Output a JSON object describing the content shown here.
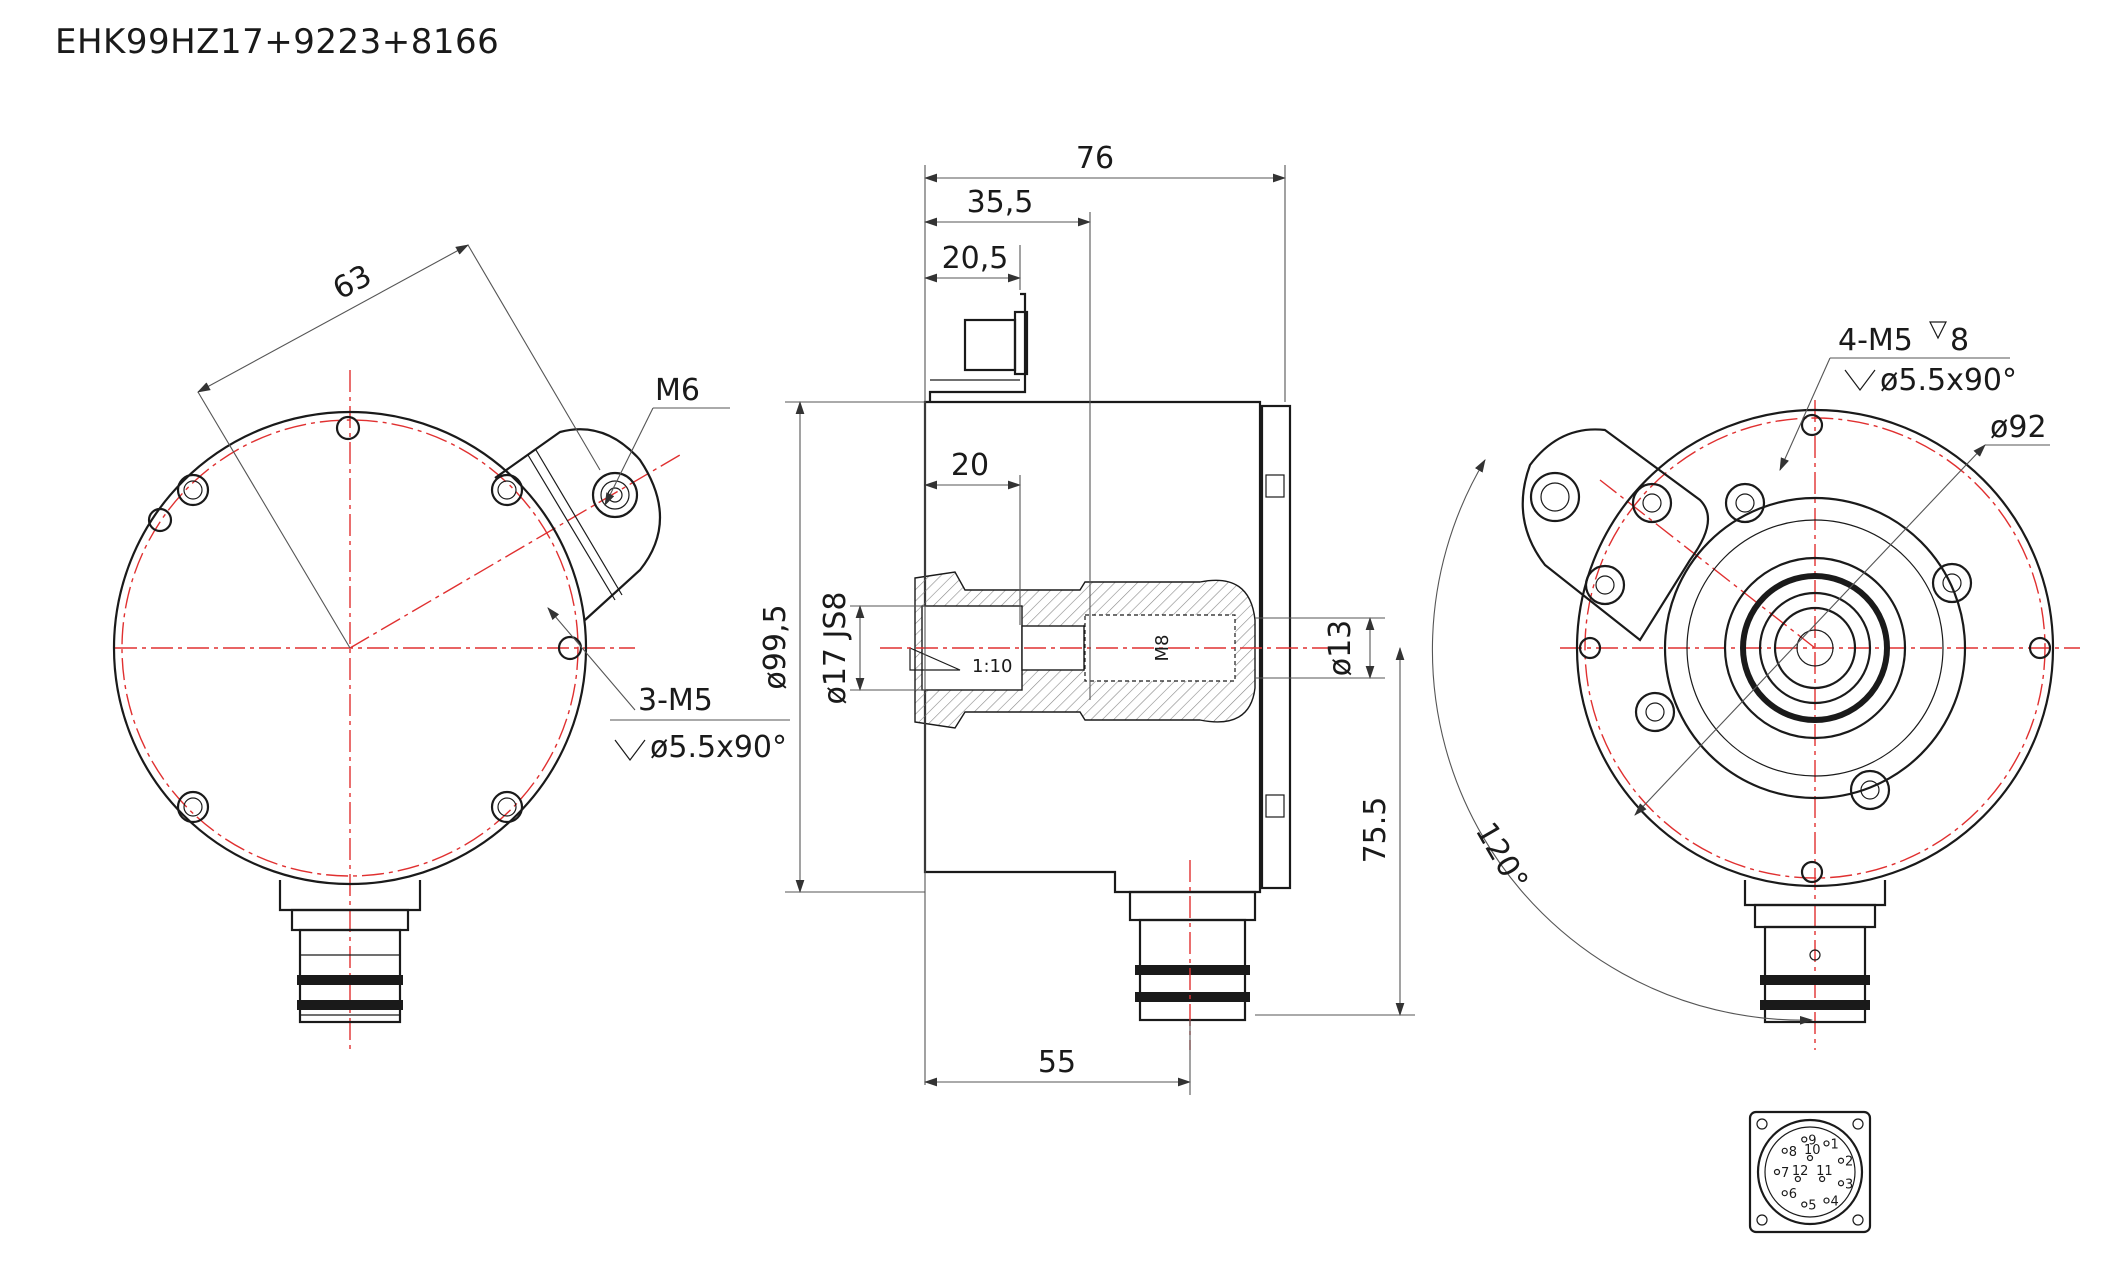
{
  "title": "EHK99HZ17+9223+8166",
  "front_view": {
    "dim_bolt_circle": "63",
    "label_thread_m6": "M6",
    "label_holes_count": "3-M5",
    "label_holes_csk": "ø5.5x90°"
  },
  "side_view": {
    "dim_length_total": "76",
    "dim_length_b": "35,5",
    "dim_length_c": "20,5",
    "dim_length_d": "20",
    "dim_dia_body": "ø99,5",
    "dim_bore": "ø17 JS8",
    "label_taper": "1:10",
    "label_thread_m8": "M8",
    "dim_dia_13": "ø13",
    "dim_height_connector": "75.5",
    "dim_connector_offset": "55"
  },
  "rear_view": {
    "label_holes_count": "4-M5",
    "label_holes_depth": "8",
    "label_holes_csk": "ø5.5x90°",
    "dim_dia_92": "ø92",
    "dim_angle": "120°"
  },
  "connector": {
    "pins": [
      "1",
      "2",
      "3",
      "4",
      "5",
      "6",
      "7",
      "8",
      "9",
      "10",
      "11",
      "12"
    ]
  },
  "colors": {
    "outline": "#1a1a1a",
    "centerline": "#e03030"
  }
}
